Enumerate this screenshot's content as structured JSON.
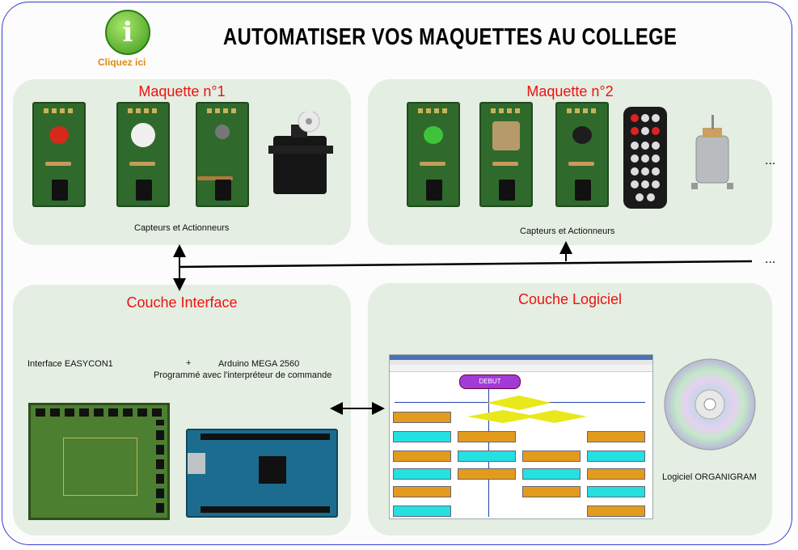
{
  "header": {
    "title": "AUTOMATISER  VOS MAQUETTES AU COLLEGE",
    "info_glyph": "i",
    "info_label": "Cliquez ici"
  },
  "panels": {
    "maquette1": {
      "title": "Maquette n°1",
      "caption": "Capteurs et Actionneurs"
    },
    "maquette2": {
      "title": "Maquette n°2",
      "caption": "Capteurs et Actionneurs",
      "ellipsis": "..."
    },
    "interface": {
      "title": "Couche Interface",
      "label_left": "Interface EASYCON1",
      "label_plus": "+",
      "label_right": "Arduino MEGA 2560",
      "label_sub": "Programmé avec l'interpréteur de commande"
    },
    "logiciel": {
      "title": "Couche Logiciel",
      "label": "Logiciel ORGANIGRAM",
      "flow_start": "DEBUT"
    }
  },
  "bus": {
    "ellipsis": "..."
  },
  "icons": [
    "info-icon",
    "cd-icon",
    "servo-icon",
    "remote-icon",
    "motor-icon"
  ],
  "colors": {
    "panel_title": "#ee1111",
    "panel_bg": "#e4eee2",
    "frame_border": "#3a3ad0"
  }
}
